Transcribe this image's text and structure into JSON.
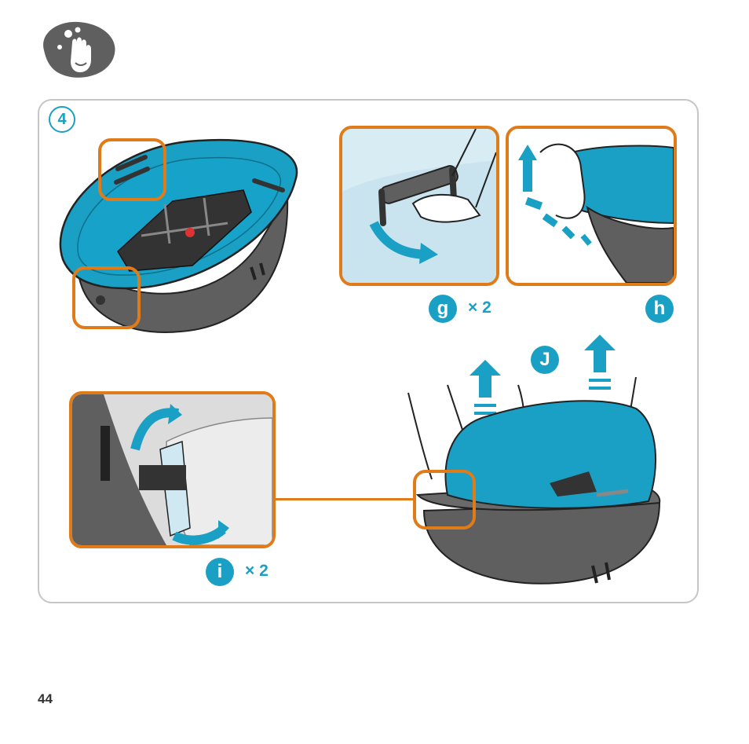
{
  "header": {
    "icon": "wash-hands-icon"
  },
  "step": {
    "number": "4"
  },
  "panels": {
    "g": {
      "letter": "g",
      "multiplier": "× 2"
    },
    "h": {
      "letter": "h"
    },
    "i": {
      "letter": "i",
      "multiplier": "× 2"
    },
    "j": {
      "letter": "J"
    }
  },
  "footer": {
    "page_number": "44"
  },
  "colors": {
    "accent_blue": "#1aa0c4",
    "accent_orange": "#e07b1a",
    "shell_gray": "#5f5f5f",
    "frame_gray": "#c6c6c6"
  }
}
